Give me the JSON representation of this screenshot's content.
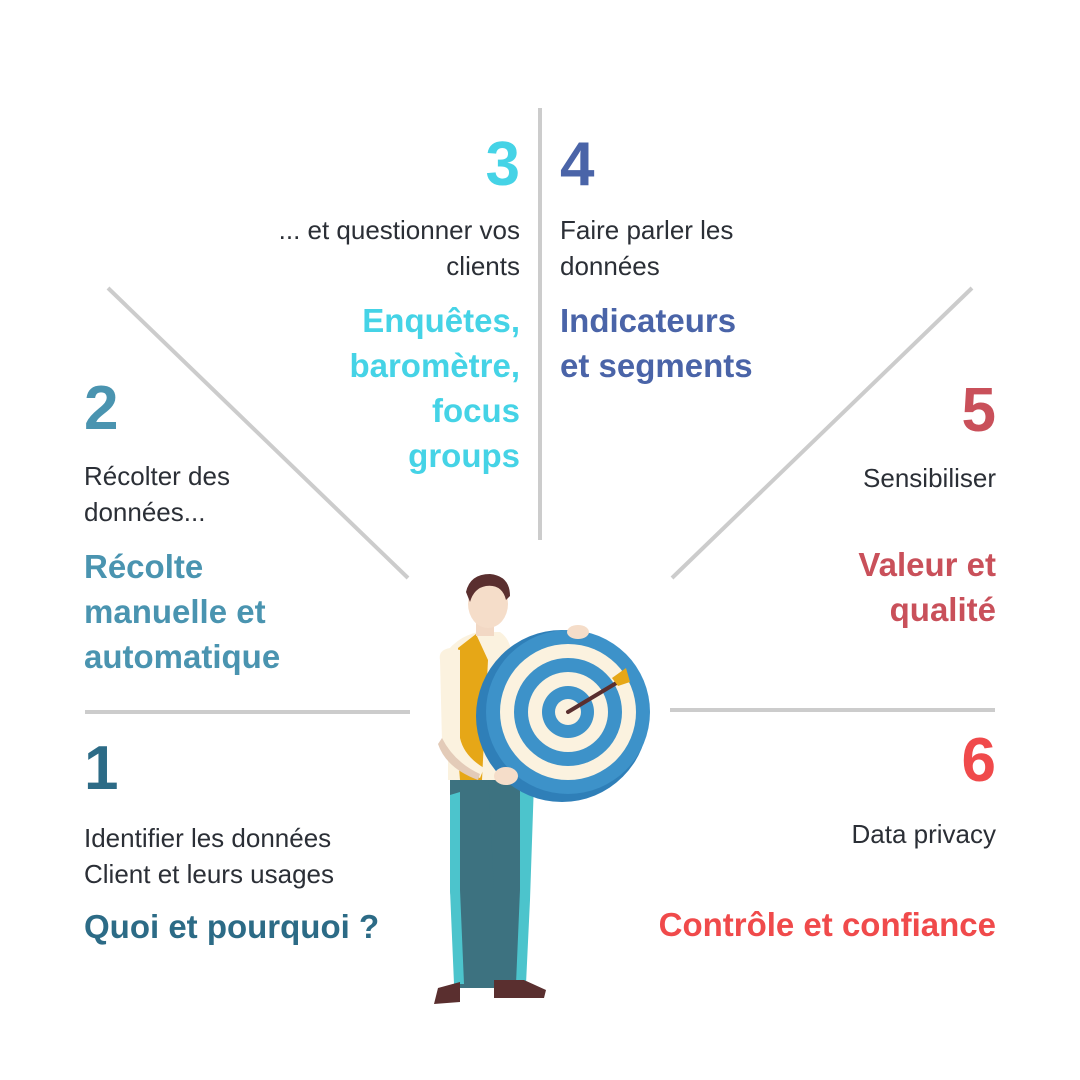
{
  "colors": {
    "s1": "#2c6b86",
    "s2": "#4a94b0",
    "s3": "#45d3e6",
    "s4": "#4a64a8",
    "s5": "#c9505a",
    "s6": "#f04a4b",
    "divider": "#cccccc",
    "text": "#2b2f36"
  },
  "segments": [
    {
      "number": "1",
      "description_lines": [
        "Identifier les données",
        "Client et leurs usages"
      ],
      "keyword_lines": [
        "Quoi et pourquoi ?"
      ]
    },
    {
      "number": "2",
      "description_lines": [
        "Récolter des",
        "données..."
      ],
      "keyword_lines": [
        "Récolte",
        "manuelle et",
        "automatique"
      ]
    },
    {
      "number": "3",
      "description_lines": [
        "... et questionner vos",
        "clients"
      ],
      "keyword_lines": [
        "Enquêtes,",
        "baromètre,",
        "focus",
        "groups"
      ]
    },
    {
      "number": "4",
      "description_lines": [
        "Faire parler les",
        "données"
      ],
      "keyword_lines": [
        "Indicateurs",
        "et segments"
      ]
    },
    {
      "number": "5",
      "description_lines": [
        "Sensibiliser"
      ],
      "keyword_lines": [
        "Valeur et",
        "qualité"
      ]
    },
    {
      "number": "6",
      "description_lines": [
        "Data privacy"
      ],
      "keyword_lines": [
        "Contrôle et confiance"
      ]
    }
  ],
  "illustration": {
    "icon": "person-holding-target-icon"
  }
}
